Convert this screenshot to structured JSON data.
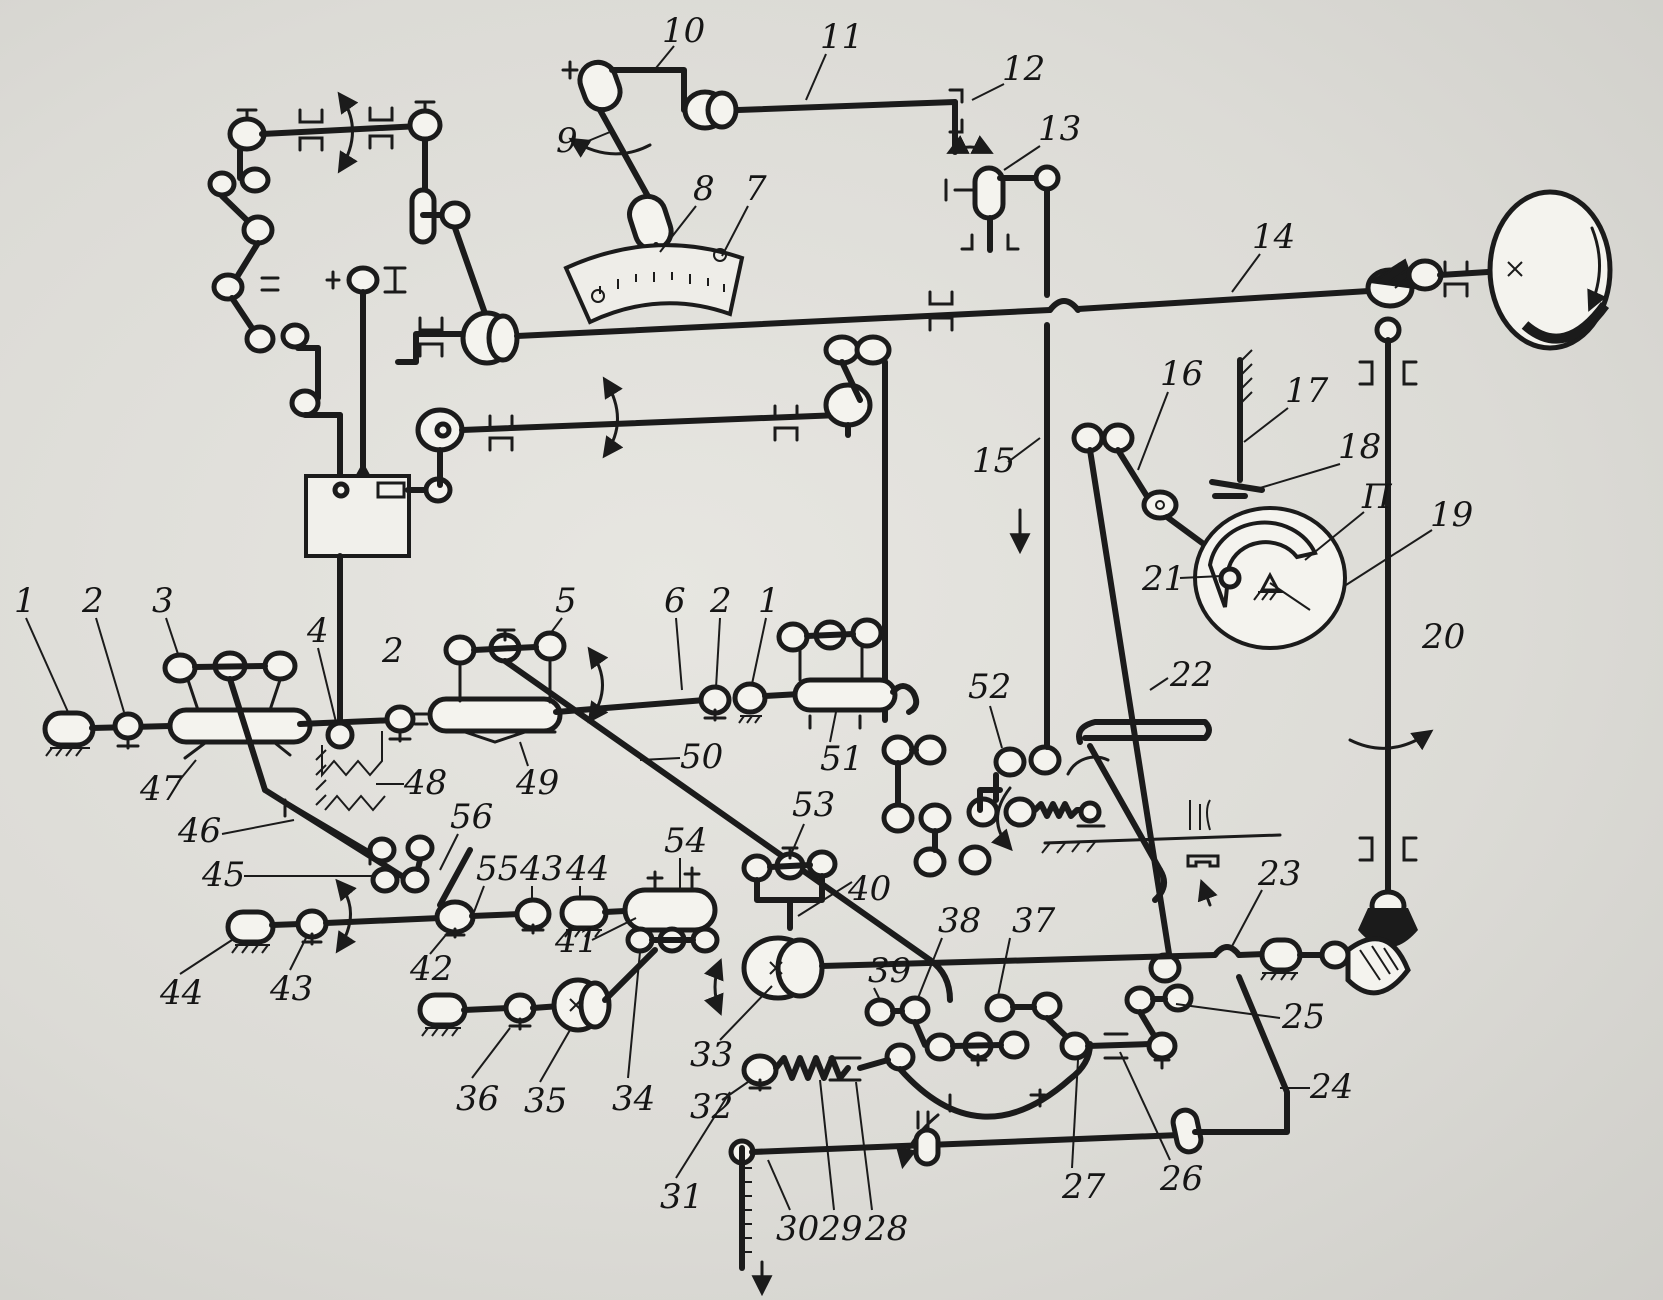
{
  "diagram": {
    "labels": {
      "1a": "1",
      "2a": "2",
      "3": "3",
      "4": "4",
      "2b": "2",
      "5": "5",
      "6": "6",
      "2c": "2",
      "1b": "1",
      "7": "7",
      "8": "8",
      "9": "9",
      "10": "10",
      "11": "11",
      "12": "12",
      "13": "13",
      "14": "14",
      "15": "15",
      "16": "16",
      "17": "17",
      "18": "18",
      "P": "П",
      "19": "19",
      "20": "20",
      "21": "21",
      "22": "22",
      "23": "23",
      "24": "24",
      "25": "25",
      "26": "26",
      "27": "27",
      "28": "28",
      "3029": "3029",
      "31": "31",
      "32": "32",
      "33": "33",
      "34": "34",
      "35": "35",
      "36": "36",
      "37": "37",
      "38": "38",
      "39": "39",
      "40": "40",
      "41": "41",
      "42": "42",
      "43a": "43",
      "44a": "44",
      "43b": "43",
      "44b": "44",
      "45": "45",
      "46": "46",
      "47": "47",
      "48": "48",
      "49": "49",
      "50": "50",
      "51": "51",
      "52": "52",
      "53": "53",
      "54": "54",
      "55": "55",
      "56": "56"
    }
  }
}
